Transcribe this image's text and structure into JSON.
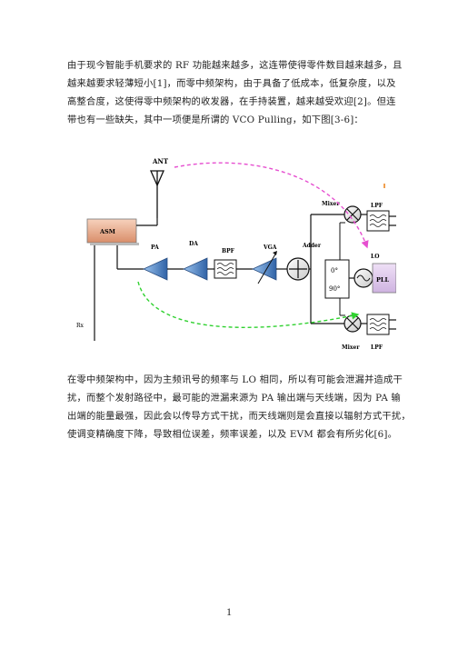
{
  "paragraphs": {
    "p1": [
      "由于现今智能手机要求的 RF 功能越来越多，这连带使得零件数目越来越多，且",
      "越来越要求轻薄短小[1]，而零中频架构，由于具备了低成本，低复杂度，以及",
      "高整合度，这使得零中频架构的收发器，在手持装置，越来越受欢迎[2]。但连",
      "带也有一些缺失，其中一项便是所谓的 VCO Pulling，如下图[3-6]："
    ],
    "p2": [
      "在零中频架构中，因为主频讯号的频率与 LO 相同，所以有可能会泄漏并造成干",
      "扰，而整个发射路径中，最可能的泄漏来源为 PA 输出端与天线端，因为 PA 输",
      "出端的能量最强，因此会以传导方式干扰，而天线端则是会直接以辐射方式干扰，",
      "使调变精确度下降，导致相位误差，频率误差，以及 EVM 都会有所劣化[6]。"
    ]
  },
  "figure": {
    "labels": {
      "ant": "ANT",
      "asm": "ASM",
      "pa": "PA",
      "da": "DA",
      "bpf": "BPF",
      "vga": "VGA",
      "adder": "Adder",
      "mixer_top": "Mixer",
      "mixer_bottom": "Mixer",
      "lpf_top": "LPF",
      "lpf_bottom": "LPF",
      "lo": "LO",
      "pll": "PLL",
      "phase_0": "0°",
      "phase_90": "90°",
      "rx": "Rx"
    },
    "colors": {
      "pink_path": "#e64fd0",
      "green_path": "#2fd12f",
      "asm_fill": "#e8a889",
      "amp_fill": "#4a7fc0",
      "pll_fill": "#d8c0e6"
    }
  },
  "page_number": "1"
}
